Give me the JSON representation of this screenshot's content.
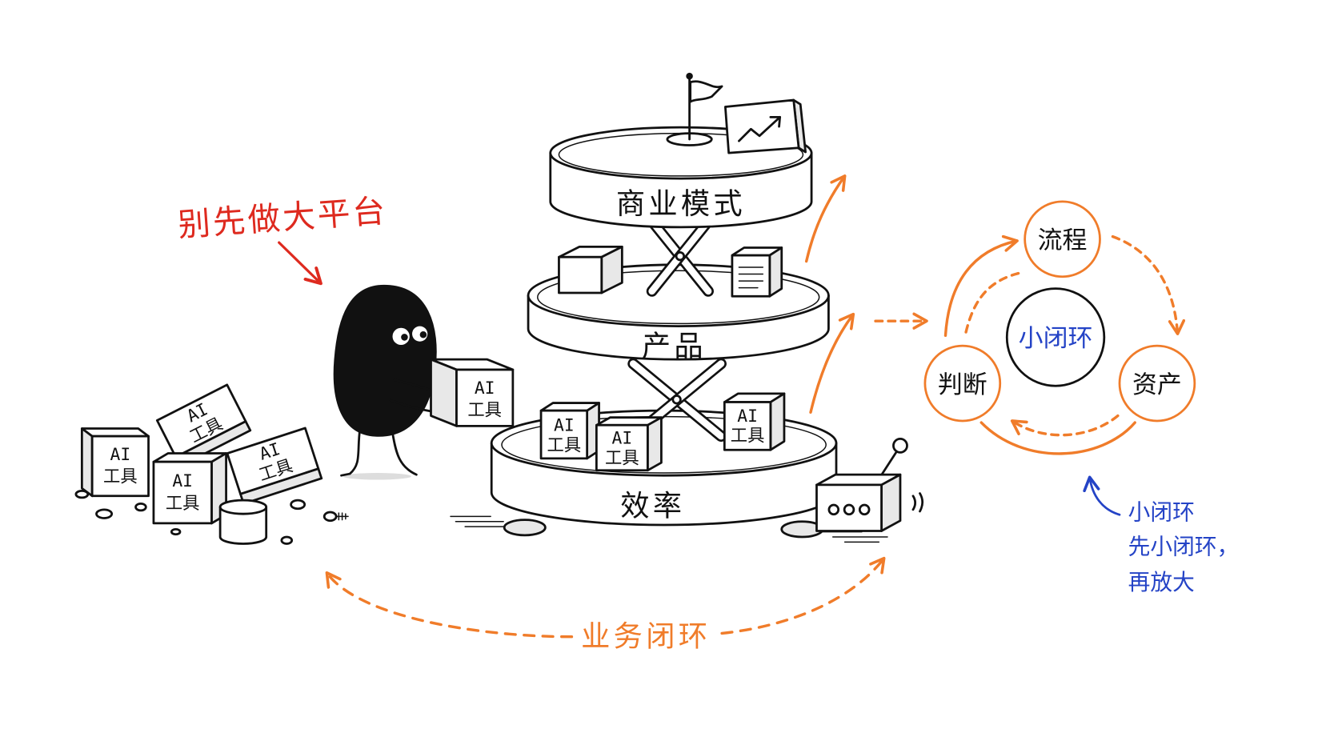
{
  "headline": "别先做大平台",
  "tiers": {
    "top": "商业模式",
    "middle": "产品",
    "bottom": "效率"
  },
  "ai_boxes": [
    {
      "line1": "AI",
      "line2": "工具"
    },
    {
      "line1": "AI",
      "line2": "工具"
    },
    {
      "line1": "AI",
      "line2": "工具"
    },
    {
      "line1": "AI",
      "line2": "工具"
    },
    {
      "line1": "AI",
      "line2": "工具"
    },
    {
      "line1": "AI",
      "line2": "工具"
    },
    {
      "line1": "AI",
      "line2": "工具"
    },
    {
      "line1": "AI",
      "line2": "工具"
    }
  ],
  "loop": {
    "center": "小闭环",
    "nodes": {
      "top": "流程",
      "right": "资产",
      "left": "判断"
    }
  },
  "note": {
    "lines": [
      "小闭环",
      "先小闭环，",
      "再放大"
    ]
  },
  "business_loop_label": "业务闭环",
  "colors": {
    "ink": "#111111",
    "orange": "#f07c2a",
    "red": "#de2a1f",
    "blue": "#2443c6"
  }
}
